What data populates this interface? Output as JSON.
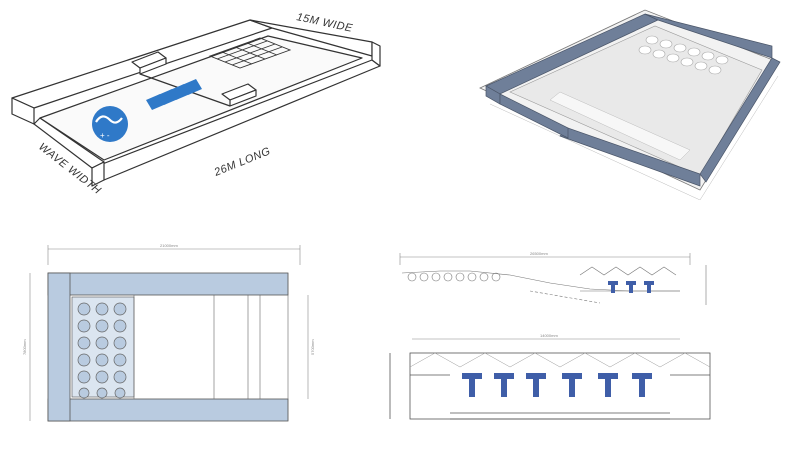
{
  "sketch": {
    "width_label": "15M WIDE",
    "length_label": "26M LONG",
    "wave_label": "WAVE WIDTH"
  },
  "plan": {
    "top_dim": "21000mm",
    "left_dim": "7800mm",
    "right_dim": "5700mm"
  },
  "section": {
    "top_dim": "26500mm",
    "lower_dim": "14000mm"
  },
  "colors": {
    "wall_blue": "#b9cbe0",
    "render_wall": "#6f7f99",
    "accent_blue": "#2f79c8",
    "dark_blue": "#3f5ea8",
    "line": "#444444"
  }
}
